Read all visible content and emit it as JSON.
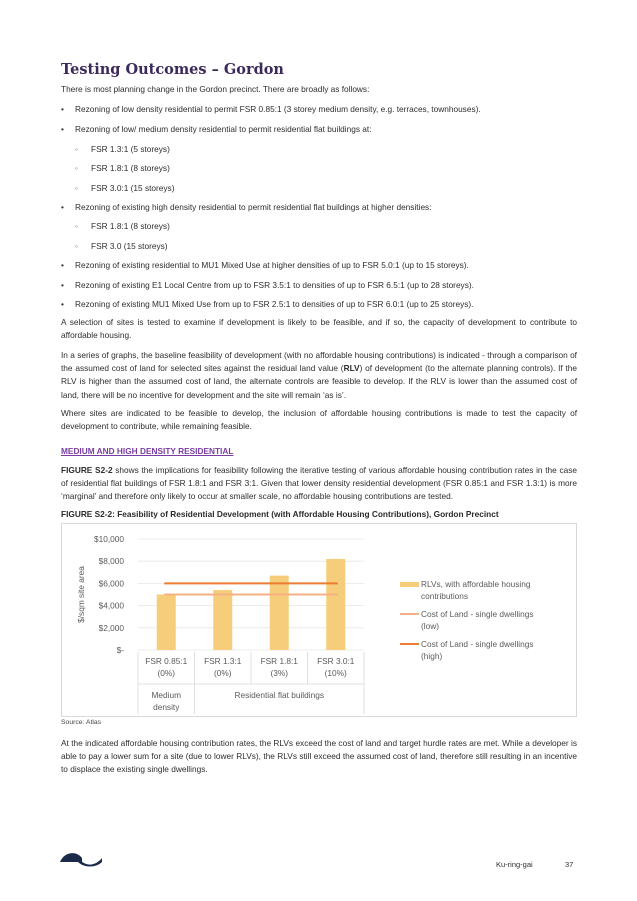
{
  "heading": "Testing Outcomes – Gordon",
  "intro": "There is most planning change in the Gordon precinct. There are broadly as follows:",
  "bullets": [
    {
      "level": 1,
      "text": "Rezoning of low density residential to permit FSR 0.85:1 (3 storey medium density, e.g. terraces, townhouses)."
    },
    {
      "level": 1,
      "text": "Rezoning of low/ medium density residential to permit residential flat buildings at:"
    },
    {
      "level": 2,
      "text": "FSR 1.3:1 (5 storeys)"
    },
    {
      "level": 2,
      "text": "FSR 1.8:1 (8 storeys)"
    },
    {
      "level": 2,
      "text": "FSR 3.0:1 (15 storeys)"
    },
    {
      "level": 1,
      "text": "Rezoning of existing high density residential to permit residential flat buildings at higher densities:"
    },
    {
      "level": 2,
      "text": "FSR 1.8:1 (8 storeys)"
    },
    {
      "level": 2,
      "text": "FSR 3.0 (15 storeys)"
    },
    {
      "level": 1,
      "text": "Rezoning of existing residential to MU1 Mixed Use at higher densities of up to FSR 5.0:1 (up to 15 storeys)."
    },
    {
      "level": 1,
      "text": "Rezoning of existing E1 Local Centre from up to FSR 3.5:1 to densities of up to FSR 6.5:1 (up to 28 storeys)."
    },
    {
      "level": 1,
      "text": "Rezoning of existing MU1 Mixed Use from up to FSR 2.5:1 to densities of up to FSR 6.0:1 (up to 25 storeys)."
    }
  ],
  "para1": "A selection of sites is tested to examine if development is likely to be feasible, and if so, the capacity of development to contribute to affordable housing.",
  "para2_a": "In a series of graphs, the baseline feasibility of development (with no affordable housing contributions) is indicated - through a comparison of the assumed cost of land for selected sites against the residual land value (",
  "para2_b": "RLV",
  "para2_c": ") of development (to the alternate planning controls). If the RLV is higher than the assumed cost of land, the alternate controls are feasible to develop. If the RLV is lower than the assumed cost of land, there will be no incentive for development and the site will remain ‘as is’.",
  "para3": "Where sites are indicated to be feasible to develop, the inclusion of affordable housing contributions is made to test the capacity of development to contribute, while remaining feasible.",
  "section_heading": "MEDIUM AND HIGH DENSITY RESIDENTIAL",
  "para4_a": "FIGURE S2-2",
  "para4_b": " shows the implications for feasibility following the iterative testing of various affordable housing contribution rates in the case of residential flat buildings of FSR 1.8:1 and FSR 3:1. Given that lower density residential development (FSR 0.85:1 and FSR 1.3:1) is more ‘marginal’ and therefore only likely to occur at smaller scale, no affordable housing contributions are tested.",
  "figure_title": "FIGURE S2-2: Feasibility of Residential Development (with Affordable Housing Contributions), Gordon Precinct",
  "source": "Source: Atlas",
  "para5": "At the indicated affordable housing contribution rates, the RLVs exceed the cost of land and target hurdle rates are met. While a developer is able to pay a lower sum for a site (due to lower RLVs), the RLVs still exceed the assumed cost of land, therefore still resulting in an incentive to displace the existing single dwellings.",
  "footer": {
    "org": "Ku-ring-gai",
    "page": "37"
  },
  "chart_data": {
    "type": "bar",
    "categories": [
      "FSR 0.85:1 (0%)",
      "FSR 1.3:1 (0%)",
      "FSR 1.8:1 (3%)",
      "FSR 3.0:1 (10%)"
    ],
    "category_lines": [
      [
        "FSR 0.85:1",
        "(0%)"
      ],
      [
        "FSR 1.3:1",
        "(0%)"
      ],
      [
        "FSR 1.8:1",
        "(3%)"
      ],
      [
        "FSR 3.0:1",
        "(10%)"
      ]
    ],
    "group_labels": [
      [
        "Medium",
        "density"
      ],
      [
        "Residential flat buildings"
      ]
    ],
    "ylabel": "$/sqm site area",
    "yticks": [
      "$-",
      "$2,000",
      "$4,000",
      "$6,000",
      "$8,000",
      "$10,000"
    ],
    "ylim": [
      0,
      10000
    ],
    "series": [
      {
        "name": "RLVs, with affordable housing contributions",
        "kind": "bar",
        "color": "#f5cd7b",
        "values": [
          5000,
          5400,
          6700,
          8200
        ]
      },
      {
        "name": "Cost of Land - single dwellings (low)",
        "kind": "line",
        "color": "#f4b183",
        "values": [
          5000,
          5000,
          5000,
          5000
        ]
      },
      {
        "name": "Cost of Land - single dwellings (high)",
        "kind": "line",
        "color": "#ed7d31",
        "values": [
          6000,
          6000,
          6000,
          6000
        ]
      }
    ],
    "legend_lines": [
      [
        "RLVs, with affordable housing",
        "contributions"
      ],
      [
        "Cost of Land - single dwellings",
        "(low)"
      ],
      [
        "Cost of Land - single dwellings",
        "(high)"
      ]
    ],
    "legend": "right",
    "grid": true
  }
}
